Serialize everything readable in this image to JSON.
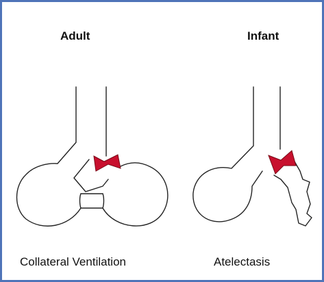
{
  "panels": {
    "left": {
      "title": "Adult",
      "caption": "Collateral Ventilation"
    },
    "right": {
      "title": "Infant",
      "caption": "Atelectasis"
    }
  },
  "colors": {
    "frame": "#4f74b8",
    "obstruction": "#c8102e",
    "outline": "#222222"
  }
}
